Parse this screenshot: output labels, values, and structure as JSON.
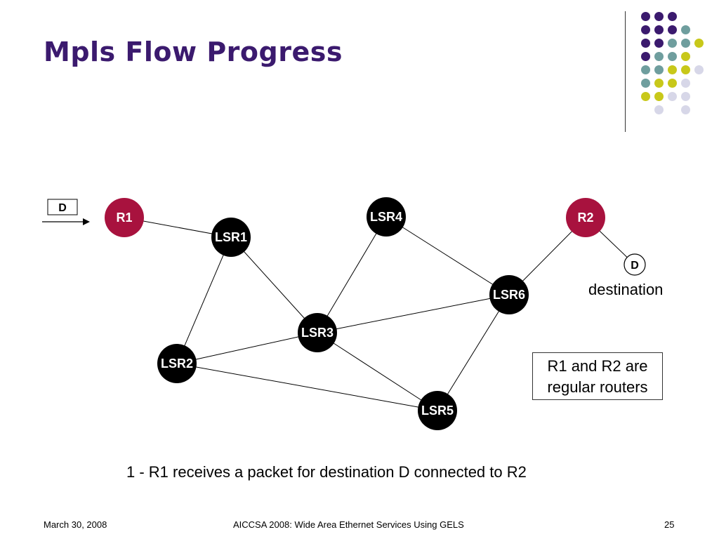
{
  "slide": {
    "title": "Mpls Flow Progress",
    "caption": "1 - R1 receives a packet for destination D connected to R2",
    "note_lines": [
      "R1 and R2 are",
      "regular routers"
    ],
    "destination_label": "destination",
    "packet_label": "D",
    "dest_marker_label": "D"
  },
  "diagram": {
    "nodes": [
      {
        "id": "R1",
        "label": "R1",
        "kind": "router"
      },
      {
        "id": "R2",
        "label": "R2",
        "kind": "router"
      },
      {
        "id": "LSR1",
        "label": "LSR1",
        "kind": "lsr"
      },
      {
        "id": "LSR2",
        "label": "LSR2",
        "kind": "lsr"
      },
      {
        "id": "LSR3",
        "label": "LSR3",
        "kind": "lsr"
      },
      {
        "id": "LSR4",
        "label": "LSR4",
        "kind": "lsr"
      },
      {
        "id": "LSR5",
        "label": "LSR5",
        "kind": "lsr"
      },
      {
        "id": "LSR6",
        "label": "LSR6",
        "kind": "lsr"
      }
    ],
    "edges": [
      [
        "R1",
        "LSR1"
      ],
      [
        "LSR1",
        "LSR2"
      ],
      [
        "LSR1",
        "LSR3"
      ],
      [
        "LSR2",
        "LSR3"
      ],
      [
        "LSR2",
        "LSR5"
      ],
      [
        "LSR3",
        "LSR4"
      ],
      [
        "LSR3",
        "LSR6"
      ],
      [
        "LSR3",
        "LSR5"
      ],
      [
        "LSR4",
        "LSR6"
      ],
      [
        "LSR5",
        "LSR6"
      ],
      [
        "LSR6",
        "R2"
      ],
      [
        "R2",
        "D"
      ]
    ],
    "colors": {
      "router": "#a8123e",
      "lsr": "#000000",
      "edge": "#000000"
    }
  },
  "decor": {
    "palette": {
      "purple": "#3b1a6e",
      "teal": "#6f9e9e",
      "yellow": "#c8c81a",
      "lavender": "#d7d7e8"
    }
  },
  "footer": {
    "date": "March 30, 2008",
    "center": "AICCSA 2008: Wide Area Ethernet Services Using GELS",
    "page": "25"
  }
}
